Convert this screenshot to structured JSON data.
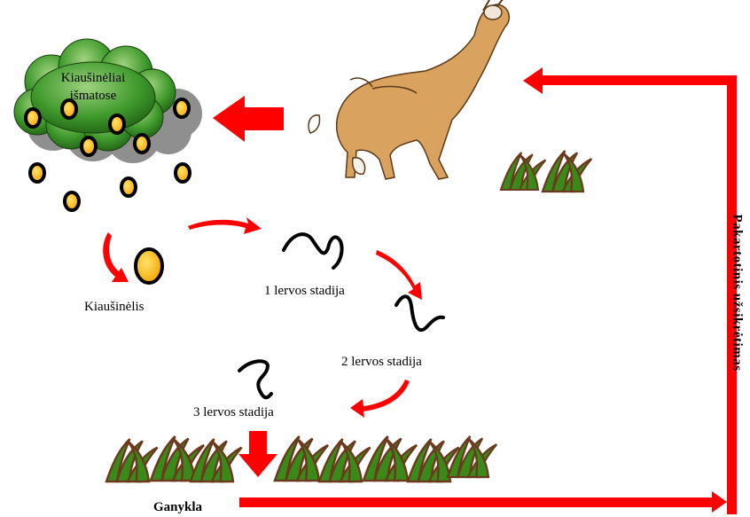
{
  "labels": {
    "eggs_in_feces": [
      "Kiaušinėliai",
      "išmatose"
    ],
    "egg": "Kiaušinėlis",
    "larva_stage_1": "1 lervos stadija",
    "larva_stage_2": "2 lervos stadija",
    "larva_stage_3": "3 lervos stadija",
    "pasture": "Ganykla",
    "reinfection": "Pakartotinis užsikrėtimas"
  },
  "icons": [
    "dung-cloud-icon",
    "egg-icon",
    "larva-icon",
    "cow-icon",
    "grass-icon",
    "arrow-icon"
  ],
  "colors": {
    "arrow": "#ff0000",
    "cloud_green": "#3f9a2c",
    "cloud_shadow": "#8f8f8f",
    "egg_fill": "#ffc000",
    "grass_green": "#3a8a1a",
    "grass_brown": "#6b3a1e",
    "cow": "#d9a35f"
  }
}
